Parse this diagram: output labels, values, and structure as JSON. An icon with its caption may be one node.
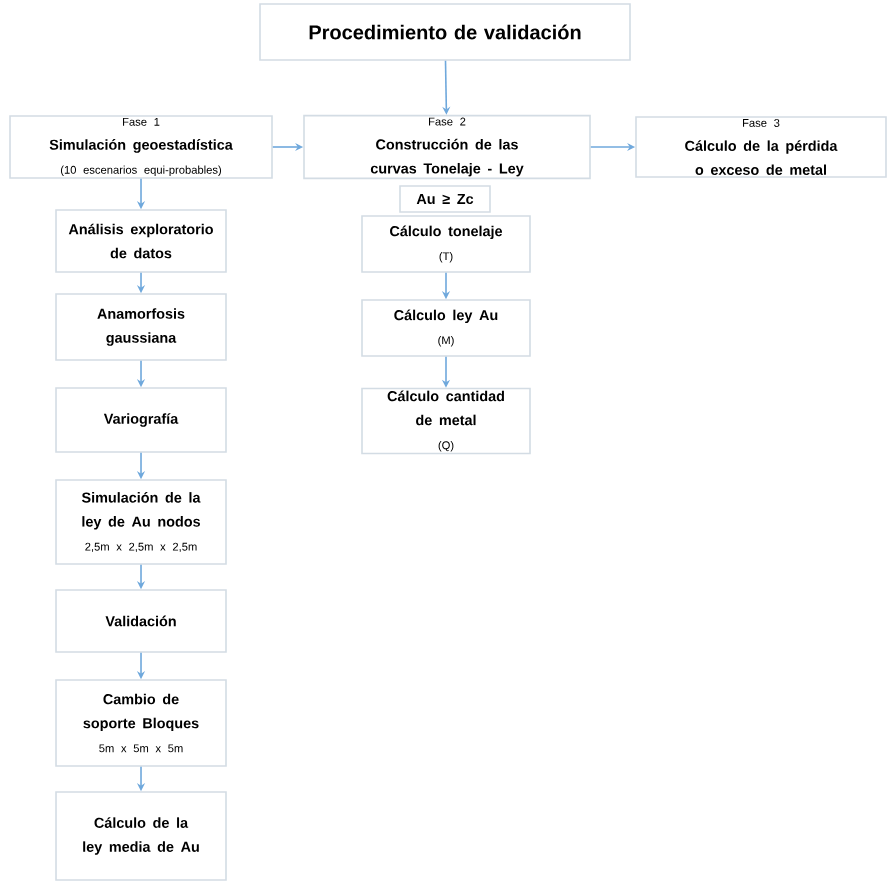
{
  "diagram": {
    "nodes": [
      {
        "text": [
          "Procedimiento de validación"
        ]
      },
      {
        "text": [
          "Fase 1",
          "Simulación geoestadística",
          "(10 escenarios equi-probables)"
        ]
      },
      {
        "text": [
          "Fase 2",
          "Construcción de las curvas Tonelaje - Ley"
        ]
      },
      {
        "text": [
          "Fase 3",
          "Cálculo de la pérdida o exceso de metal"
        ]
      },
      {
        "text": [
          "Au ≥ Zc"
        ]
      },
      {
        "text": [
          "Cálculo tonelaje",
          "(T)"
        ]
      },
      {
        "text": [
          "Cálculo ley Au",
          "(M)"
        ]
      },
      {
        "text": [
          "Cálculo cantidad de metal",
          "(Q)"
        ]
      },
      {
        "text": [
          "Análisis exploratorio de datos"
        ]
      },
      {
        "text": [
          "Anamorfosis gaussiana"
        ]
      },
      {
        "text": [
          "Variografía"
        ]
      },
      {
        "text": [
          "Simulación de la ley de Au nodos",
          "2,5m x 2,5m x 2,5m"
        ]
      },
      {
        "text": [
          "Validación"
        ]
      },
      {
        "text": [
          "Cambio de soporte Bloques",
          "5m x 5m x 5m"
        ]
      },
      {
        "text": [
          "Cálculo de la ley media de Au"
        ]
      }
    ],
    "edges": [
      {
        "from": 0,
        "to": 2,
        "arrow": "to"
      },
      {
        "from": 1,
        "to": 2,
        "arrow": "to"
      },
      {
        "from": 2,
        "to": 3,
        "arrow": "to"
      },
      {
        "from": 1,
        "to": 8,
        "arrow": "to"
      },
      {
        "from": 8,
        "to": 9,
        "arrow": "to"
      },
      {
        "from": 9,
        "to": 10,
        "arrow": "to"
      },
      {
        "from": 10,
        "to": 11,
        "arrow": "to"
      },
      {
        "from": 11,
        "to": 12,
        "arrow": "to"
      },
      {
        "from": 12,
        "to": 13,
        "arrow": "to"
      },
      {
        "from": 13,
        "to": 14,
        "arrow": "to"
      },
      {
        "from": 5,
        "to": 6,
        "arrow": "to"
      },
      {
        "from": 6,
        "to": 7,
        "arrow": "to"
      }
    ]
  }
}
